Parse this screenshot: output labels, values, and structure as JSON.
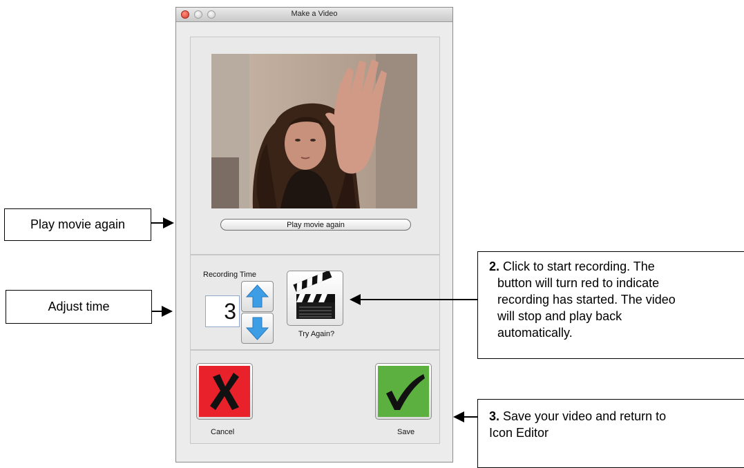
{
  "window": {
    "title": "Make a Video"
  },
  "video_panel": {
    "play_button_label": "Play movie again"
  },
  "recording": {
    "label": "Recording Time",
    "time_value": "3",
    "up_icon": "arrow-up-icon",
    "down_icon": "arrow-down-icon",
    "record_icon": "clapperboard-icon",
    "try_again_label": "Try Again?"
  },
  "actions": {
    "cancel_label": "Cancel",
    "cancel_icon": "x-mark-icon",
    "cancel_color": "#e8212b",
    "save_label": "Save",
    "save_icon": "checkmark-icon",
    "save_color": "#5bb03f"
  },
  "annotations": {
    "play_again": "Play movie again",
    "adjust_time": "Adjust time",
    "record": {
      "number": "2.",
      "lines": [
        "Click to start recording. The",
        "button will turn red to indicate",
        "recording has started. The video",
        "will stop and play back",
        "automatically."
      ]
    },
    "save": {
      "number": "3.",
      "lines": [
        "Save your video and return to",
        "Icon Editor"
      ]
    }
  }
}
